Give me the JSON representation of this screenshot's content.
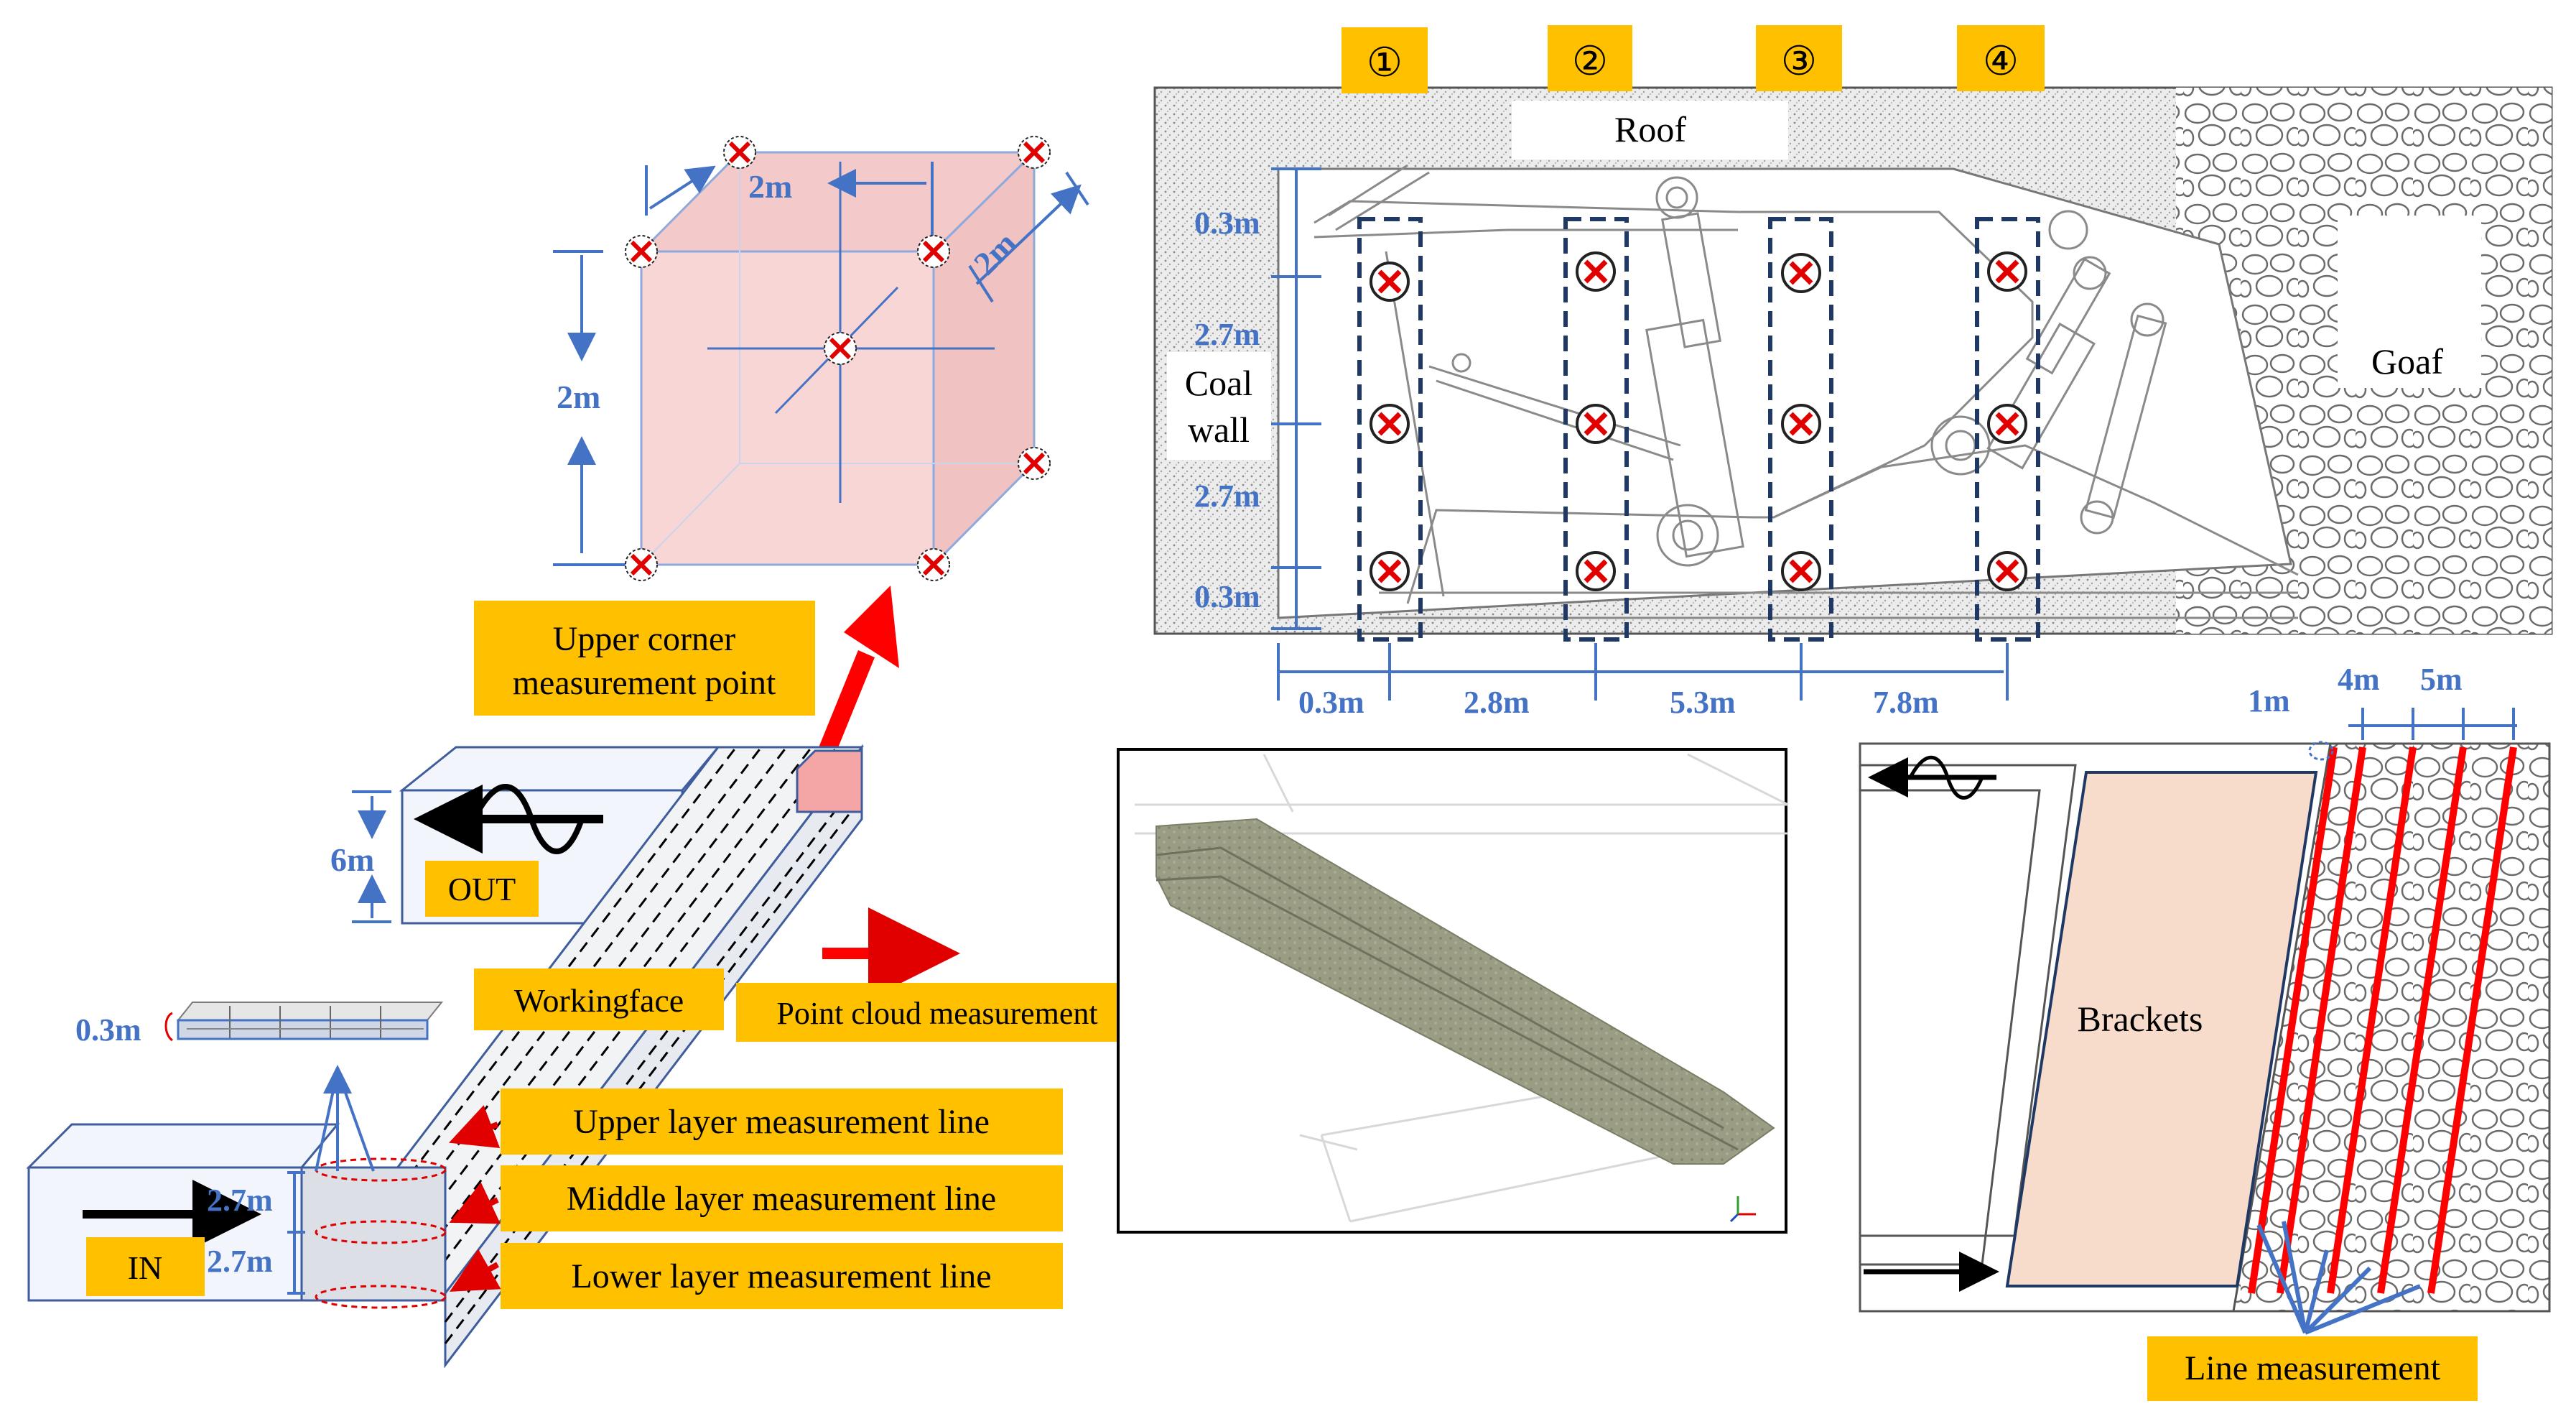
{
  "top_left": {
    "dim_top": "2m",
    "dim_side": "2m",
    "dim_depth": "2m",
    "callout": [
      "Upper corner",
      "measurement point"
    ]
  },
  "support_section": {
    "column_markers": [
      "①",
      "②",
      "③",
      "④"
    ],
    "roof_label": "Roof",
    "coal_wall_label": [
      "Coal",
      "wall"
    ],
    "goaf_label": "Goaf",
    "vertical_dims": [
      "0.3m",
      "2.7m",
      "2.7m",
      "0.3m"
    ],
    "horizontal_dims": [
      "0.3m",
      "2.8m",
      "5.3m",
      "7.8m"
    ]
  },
  "roadway_model": {
    "height_dim": "6m",
    "out_label": "OUT",
    "in_label": "IN",
    "working_face_label": "Workingface",
    "layer_thickness_dim": "0.3m",
    "layer_dims": [
      "2.7m",
      "2.7m"
    ],
    "line_labels": [
      "Upper layer measurement line",
      "Middle layer measurement line",
      "Lower layer measurement line"
    ],
    "point_cloud_label": "Point cloud measurement"
  },
  "plan_view": {
    "dims": [
      "1m",
      "4m",
      "5m"
    ],
    "brackets_label": "Brackets",
    "line_measurement_label": "Line measurement"
  },
  "colors": {
    "accent_blue": "#4472c4",
    "callout_orange": "#ffc000",
    "marker_red": "#e00000",
    "pink_fill": "#f6d3d3",
    "bracket_fill": "#f8dccb",
    "navy": "#1f3864"
  }
}
